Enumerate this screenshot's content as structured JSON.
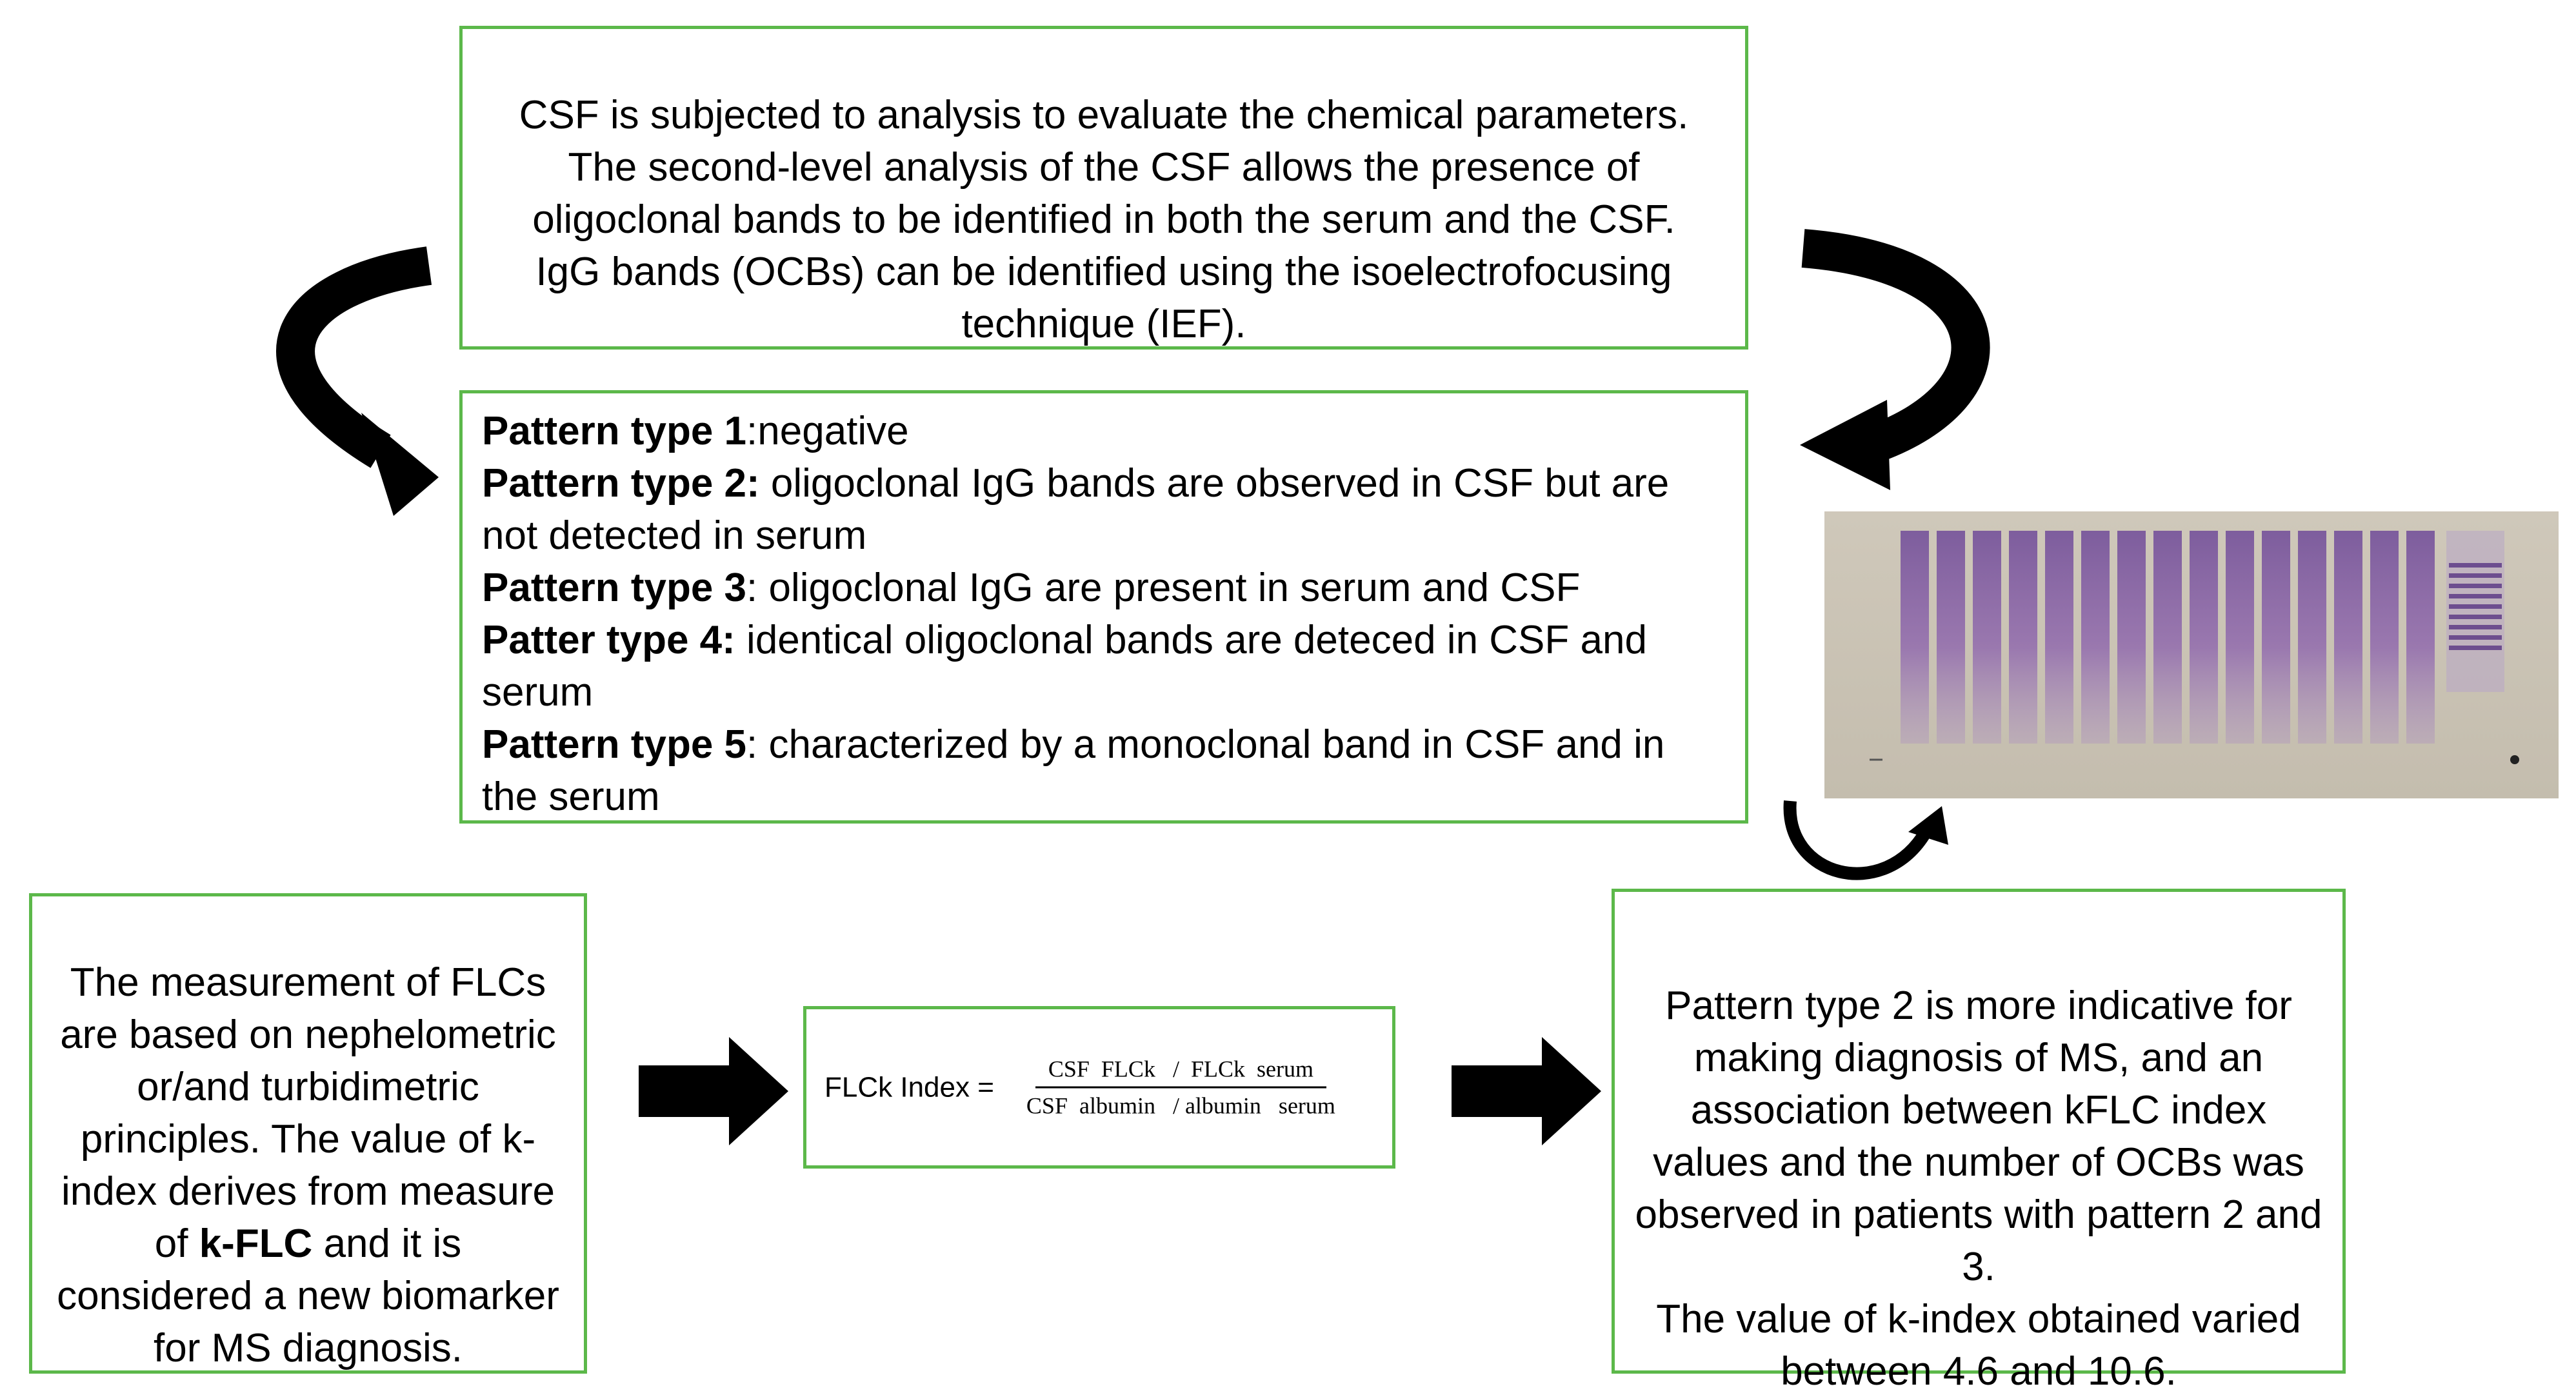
{
  "top_box": {
    "text": "CSF is subjected to analysis to evaluate the chemical parameters.\nThe second-level analysis of the CSF allows the presence of oligoclonal bands to be identified in both the serum and the CSF.\nIgG bands (OCBs) can be identified using the isoelectrofocusing technique (IEF)."
  },
  "patterns": [
    {
      "label": "Pattern type 1",
      "text": ":negative"
    },
    {
      "label": "Pattern type 2:",
      "text": " oligoclonal IgG bands are observed in CSF but are not detected in serum"
    },
    {
      "label": "Pattern type 3",
      "text": ": oligoclonal IgG are present in serum and CSF"
    },
    {
      "label": "Patter type 4:",
      "text": " identical oligoclonal bands are deteced in CSF and serum"
    },
    {
      "label": "Pattern type 5",
      "text": ": characterized by a monoclonal band in CSF and in the serum"
    }
  ],
  "left_box": {
    "text_before": "The measurement of FLCs are based on nephelometric or/and turbidimetric principles. The value of k-index derives from measure of ",
    "bold": "k-FLC",
    "text_after": " and it is considered a new biomarker for MS diagnosis."
  },
  "formula": {
    "lhs": "FLCk Index =",
    "numerator": "CSF  FLCk   /  FLCk  serum",
    "denominator": "CSF  albumin   / albumin   serum"
  },
  "right_box": {
    "text": "Pattern type 2 is more indicative for making diagnosis of MS, and an association between kFLC index values and the number of OCBs was observed in patients with pattern 2 and 3.\nThe value of k-index obtained varied between 4.6 and 10.6."
  },
  "colors": {
    "box_border": "#5cb84a",
    "gel_background": "#c9c2b4",
    "gel_band": "#7a4fa0"
  }
}
